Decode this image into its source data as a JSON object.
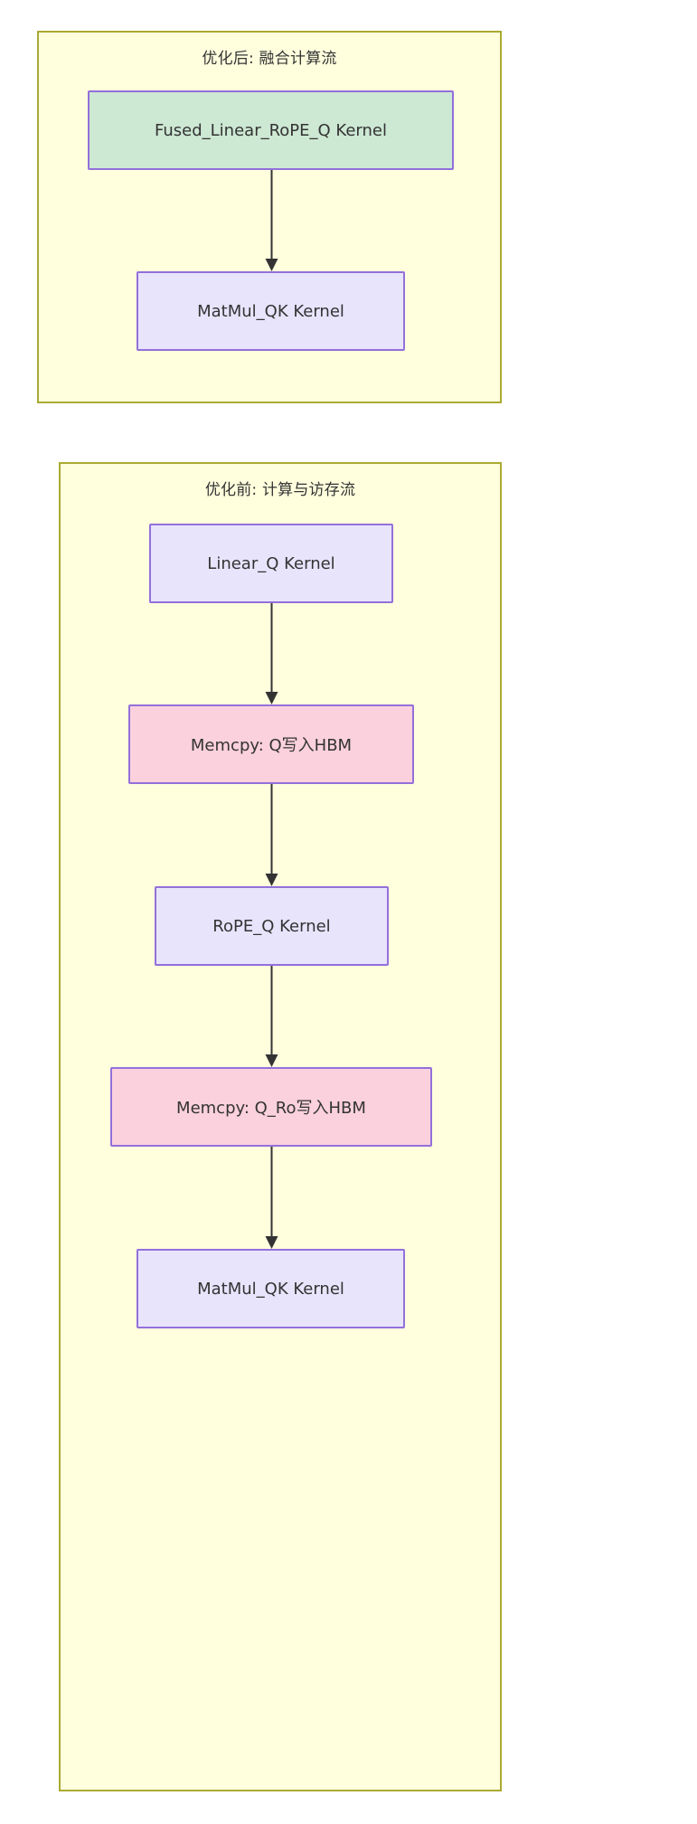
{
  "diagram": {
    "type": "flowchart",
    "direction": "top-to-bottom",
    "colors": {
      "subgraph_background": "#ffffde",
      "subgraph_border": "#aaaa33",
      "node_border": "#9370db",
      "kernel_fill": "#e8e4fc",
      "fused_fill": "#cde8d3",
      "memcpy_fill": "#fbd1dd",
      "edge": "#333333",
      "text": "#333333"
    },
    "subgraphs": [
      {
        "id": "after",
        "title": "优化后: 融合计算流",
        "nodes": [
          {
            "id": "fused",
            "label": "Fused_Linear_RoPE_Q Kernel",
            "kind": "fused"
          },
          {
            "id": "matmul_after",
            "label": "MatMul_QK Kernel",
            "kind": "kernel"
          }
        ],
        "edges": [
          {
            "from": "fused",
            "to": "matmul_after"
          }
        ]
      },
      {
        "id": "before",
        "title": "优化前: 计算与访存流",
        "nodes": [
          {
            "id": "linear_q",
            "label": "Linear_Q Kernel",
            "kind": "kernel"
          },
          {
            "id": "memcpy_q",
            "label": "Memcpy: Q写入HBM",
            "kind": "memcpy"
          },
          {
            "id": "rope_q",
            "label": "RoPE_Q Kernel",
            "kind": "kernel"
          },
          {
            "id": "memcpy_qro",
            "label": "Memcpy: Q_Ro写入HBM",
            "kind": "memcpy"
          },
          {
            "id": "matmul_before",
            "label": "MatMul_QK Kernel",
            "kind": "kernel"
          }
        ],
        "edges": [
          {
            "from": "linear_q",
            "to": "memcpy_q"
          },
          {
            "from": "memcpy_q",
            "to": "rope_q"
          },
          {
            "from": "rope_q",
            "to": "memcpy_qro"
          },
          {
            "from": "memcpy_qro",
            "to": "matmul_before"
          }
        ]
      }
    ]
  }
}
